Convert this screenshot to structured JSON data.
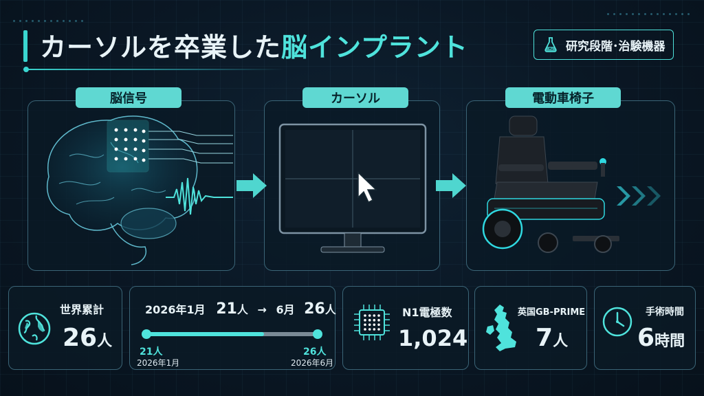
{
  "header": {
    "title_part1": "カーソルを卒業した",
    "title_part2": "脳インプラント",
    "badge_label": "研究段階･治験機器"
  },
  "panels": [
    {
      "label": "脳信号",
      "icon": "brain-icon"
    },
    {
      "label": "カーソル",
      "icon": "monitor-icon"
    },
    {
      "label": "電動車椅子",
      "icon": "wheelchair-icon"
    }
  ],
  "stats": {
    "world": {
      "label": "世界累計",
      "value": "26",
      "unit": "人"
    },
    "timeline": {
      "start_label": "2026年1月",
      "start_value": "21",
      "start_unit": "人",
      "arrow": "→",
      "end_label": "6月",
      "end_value": "26",
      "end_unit": "人",
      "start_marker": "21人",
      "start_date": "2026年1月",
      "end_marker": "26人",
      "end_date": "2026年6月",
      "progress": 0.68
    },
    "electrodes": {
      "label": "N1電極数",
      "value": "1,024"
    },
    "uk": {
      "label": "英国GB-PRIME",
      "value": "7",
      "unit": "人"
    },
    "surgery": {
      "label": "手術時間",
      "value": "6",
      "unit": "時間"
    }
  },
  "colors": {
    "accent": "#4fe3dc",
    "panel_border": "#3b6577",
    "background": "#0a1724"
  }
}
